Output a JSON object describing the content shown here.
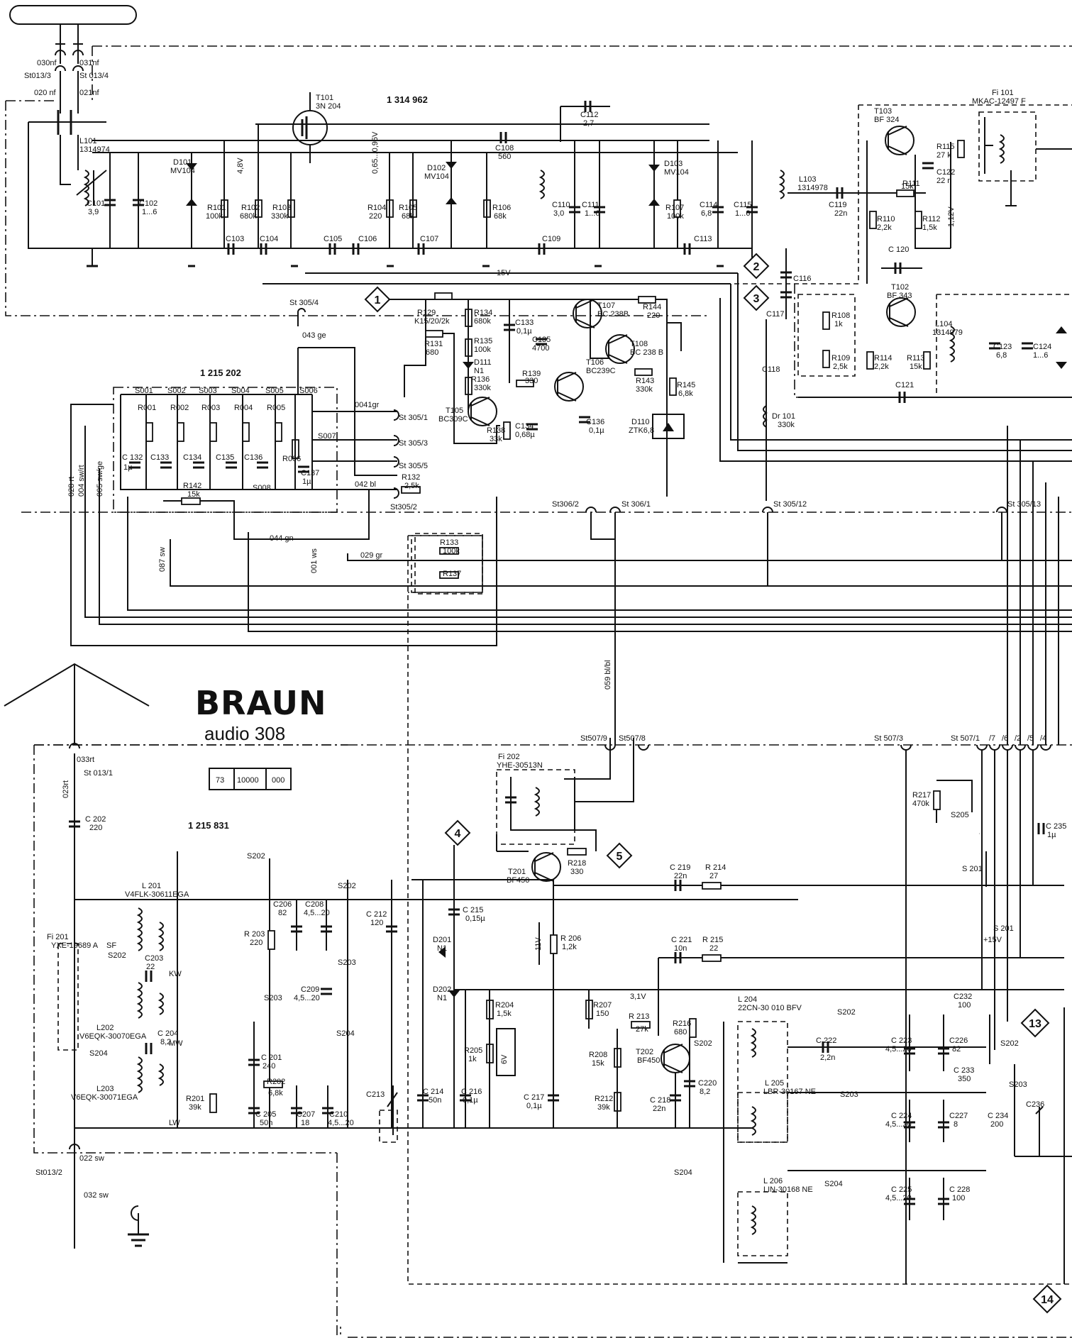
{
  "brand": {
    "name": "BRAUN",
    "model": "audio 308"
  },
  "serial_boxes": [
    "73",
    "10000",
    "000"
  ],
  "boards": {
    "fm_tuner": "1 314 962",
    "preset": "1 215 202",
    "am": "1 215 831"
  },
  "markers": [
    "1",
    "2",
    "3",
    "4",
    "5",
    "13",
    "14"
  ],
  "connectors": {
    "antenna_fm": [
      "030nf",
      "031nf",
      "St013/3",
      "St 013/4",
      "020 nf",
      "021nf"
    ],
    "antenna_am": [
      "033rt",
      "St 013/1",
      "023rt",
      "022 sw",
      "St013/2",
      "032 sw"
    ],
    "st305": [
      "St 305/4",
      "St 305/1",
      "St 305/3",
      "St 305/5",
      "St305/2",
      "St 305/12",
      "St 305/13"
    ],
    "st306": [
      "St306/2",
      "St 306/1"
    ],
    "st507": [
      "St507/9",
      "St507/8",
      "St 507/3",
      "St 507/1",
      "/7",
      "/6",
      "/2",
      "/5",
      "/4"
    ],
    "wires": [
      "043 ge",
      "0041gr",
      "042 bl",
      "044 gn",
      "029 gr",
      "028 rt",
      "004 sw/rt",
      "005 sw/ge",
      "087 sw",
      "001 ws",
      "059 bl/bl"
    ]
  },
  "transistors": [
    {
      "ref": "T101",
      "type": "3N 204"
    },
    {
      "ref": "T103",
      "type": "BF 324"
    },
    {
      "ref": "T102",
      "type": "BF 343"
    },
    {
      "ref": "T107",
      "type": "BC 238B"
    },
    {
      "ref": "T108",
      "type": "BC 238 B"
    },
    {
      "ref": "T106",
      "type": "BC239C"
    },
    {
      "ref": "T105",
      "type": "BC309C"
    },
    {
      "ref": "T201",
      "type": "BF450"
    },
    {
      "ref": "T202",
      "type": "BF450"
    }
  ],
  "fm_components": {
    "L101": "1314974",
    "D101": "MV104",
    "D102": "MV104",
    "D103": "MV104",
    "C101": "3,9",
    "C102": "1...6",
    "R101": "100k",
    "R102": "680k",
    "R103": "330k",
    "R104": "220",
    "R105": "68k",
    "R106": "68k",
    "C108": "560",
    "C112": "2,7",
    "C110": "3,0",
    "C111": "1...6",
    "R107": "100k",
    "C114": "6,8",
    "C115": "1...6",
    "L103": "1314978",
    "C119": "22n",
    "R111": "15k",
    "R110": "2,2k",
    "R112": "1,5k",
    "R115": "27 k",
    "C122": "22 n",
    "Fi101": "MKAC-12497 F",
    "C120": "C 120",
    "R108": "1k",
    "R109": "2,5k",
    "R114": "2,2k",
    "R113": "15k",
    "L104": "1314979",
    "C123": "6,8",
    "C124": "1...6",
    "Dr101": "330k",
    "caps": [
      "C103",
      "C104",
      "C105",
      "C106",
      "C107",
      "C109",
      "C113",
      "C116",
      "C117",
      "C118",
      "C121"
    ],
    "volts": [
      "4,8V",
      "0,65...0,95V",
      "15V",
      "1,12V"
    ]
  },
  "afc_components": {
    "R129": "K15/20/2k",
    "R131": "680",
    "R134": "680k",
    "R135": "100k",
    "D111": "N1",
    "R136": "330k",
    "C133": "0,1µ",
    "C135": "4700",
    "R139": "330",
    "R144": "220",
    "R143": "330k",
    "R145": "6,8k",
    "C136": "0,1µ",
    "D110": "ZTK6,8",
    "R138": "33k",
    "C134": "0,68µ"
  },
  "preset": {
    "switches": [
      "S001",
      "S002",
      "S003",
      "S004",
      "S005",
      "S006",
      "S007",
      "S008"
    ],
    "resistors": [
      "R001",
      "R002",
      "R003",
      "R004",
      "R005",
      "R006"
    ],
    "caps": [
      "C 132",
      "C133",
      "C134",
      "C135",
      "C136"
    ],
    "cap_val": "1µ",
    "R142": "15k",
    "C137": "1µ",
    "R132": "2,5k",
    "R133": "100k",
    "R137": "R137"
  },
  "am_components": {
    "C202": "220",
    "L201": "V4FLK-30611EGA",
    "Fi201": "YXE-19689 A",
    "SF": "SF",
    "L202": "V6EQK-30070EGA",
    "L203": "V6EQK-30071EGA",
    "C203": "22",
    "C204": "8,2",
    "C206": "82",
    "C208": "4,5...20",
    "C212": "120",
    "R203": "220",
    "C209": "4,5...20",
    "C201": "240",
    "R202": "6,8k",
    "R201": "39k",
    "C205": "50n",
    "C207": "18",
    "C210": "4,5...20",
    "C213": "C213",
    "bands": [
      "KW",
      "MW",
      "LW"
    ],
    "Fi202": "YHE-30513N",
    "R218": "330",
    "C215": "0,15µ",
    "D201": "N1",
    "D202": "N1",
    "R206": "1,2k",
    "C219": "22n",
    "R214": "27",
    "C221": "10n",
    "R215": "22",
    "R204": "1,5k",
    "R205": "1k",
    "R207": "150",
    "R208": "15k",
    "R212": "39k",
    "R213": "27k",
    "R216": "680",
    "C214": "50n",
    "C216": "0,1µ",
    "C217": "0,1µ",
    "C218": "22n",
    "C220": "8,2",
    "L204": "22CN-30 010 BFV",
    "L205": "LBR-30167 NE",
    "L206": "LIN-30168 NE",
    "C222": "2,2n",
    "C223": "4,5...20",
    "C226": "82",
    "C232": "100",
    "C233": "350",
    "C224": "4,5...20",
    "C227": "8",
    "C234": "200",
    "C236": "C236",
    "C225": "4,5...20",
    "C228": "100",
    "R217": "470k",
    "C235": "1µ",
    "S205": "S205",
    "S201": "S 201",
    "switches": [
      "S202",
      "S203",
      "S204",
      "S201"
    ],
    "volts": [
      "11V",
      "3,1V",
      "6V",
      "+15V"
    ]
  }
}
